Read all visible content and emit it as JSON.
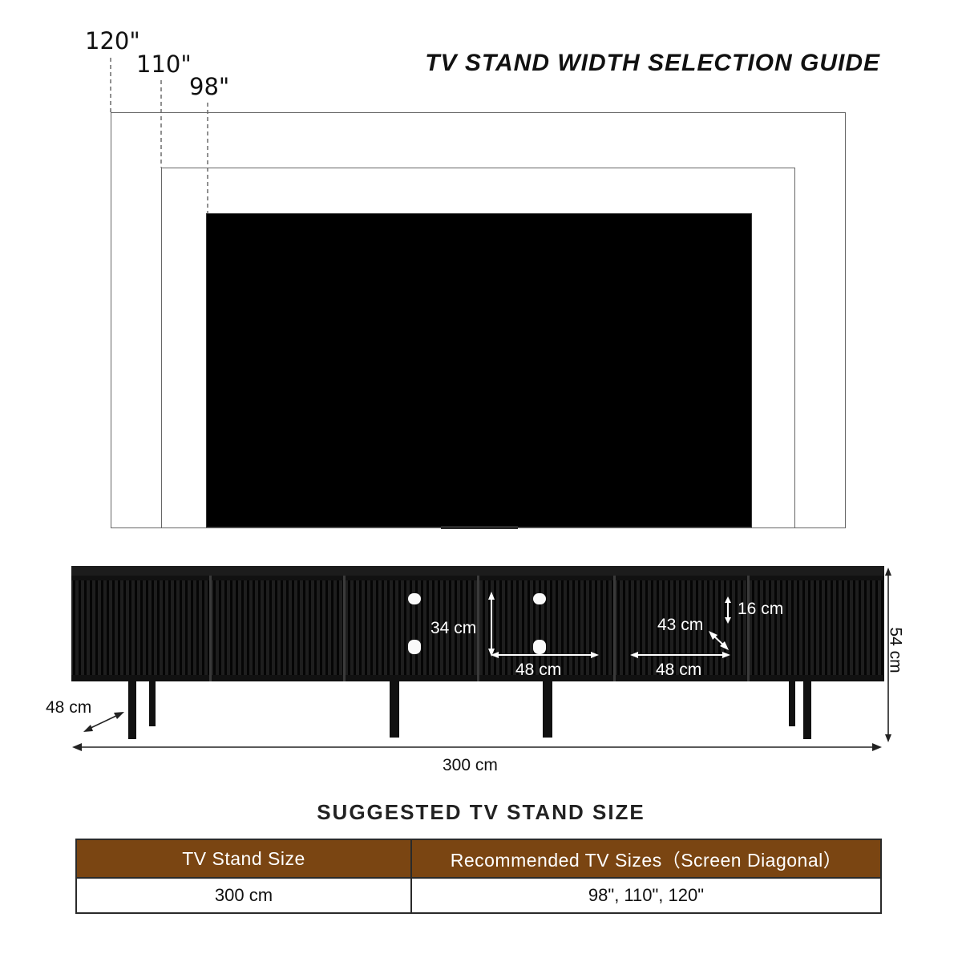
{
  "guide": {
    "title": "TV STAND WIDTH SELECTION GUIDE",
    "tv_sizes": [
      "120\"",
      "110\"",
      "98\""
    ]
  },
  "stand": {
    "dims": {
      "height_total": "54 cm",
      "depth": "48 cm",
      "width_total": "300 cm",
      "compartment_height": "34 cm",
      "compartment_width_a": "48 cm",
      "compartment_width_b": "48 cm",
      "shelf_depth": "43 cm",
      "shelf_gap": "16 cm"
    }
  },
  "suggested": {
    "title": "SUGGESTED TV STAND SIZE",
    "columns": [
      "TV Stand Size",
      "Recommended TV Sizes（Screen Diagonal）"
    ],
    "rows": [
      [
        "300 cm",
        "98\", 110\", 120\""
      ]
    ]
  },
  "colors": {
    "header_brown": "#7a4512",
    "stand_black": "#141414"
  }
}
